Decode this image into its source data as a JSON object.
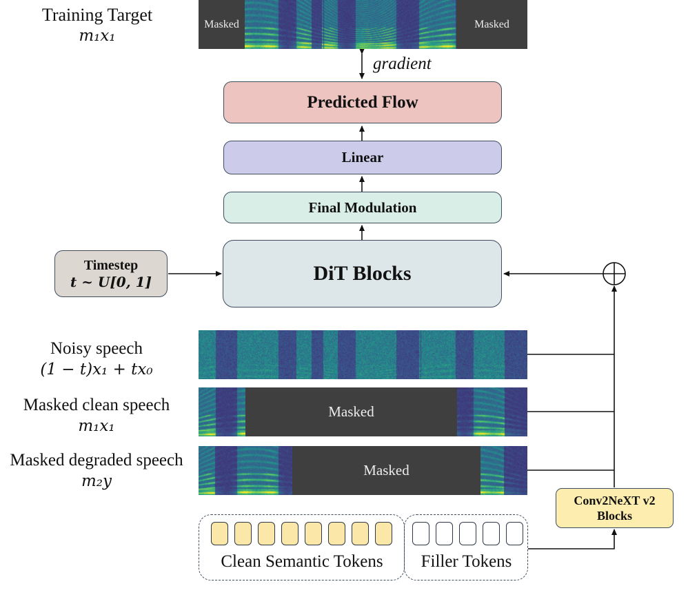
{
  "training_target": {
    "label": "Training Target",
    "math": "m₁x₁",
    "mask_left": "Masked",
    "mask_right": "Masked"
  },
  "gradient_label": "gradient",
  "blocks": {
    "predicted_flow": "Predicted Flow",
    "linear": "Linear",
    "final_modulation": "Final Modulation",
    "dit_blocks": "DiT Blocks"
  },
  "timestep": {
    "title": "Timestep",
    "math": "t ~ U[0, 1]"
  },
  "inputs": {
    "noisy": {
      "label": "Noisy speech",
      "math": "(1 − t)x₁ + tx₀"
    },
    "masked_clean": {
      "label": "Masked clean speech",
      "math": "m₁x₁",
      "mask_text": "Masked"
    },
    "masked_degraded": {
      "label": "Masked degraded speech",
      "math": "m₂y",
      "mask_text": "Masked"
    }
  },
  "conv_block": {
    "line1": "Conv2NeXT v2",
    "line2": "Blocks"
  },
  "tokens": {
    "clean_label": "Clean Semantic Tokens",
    "filler_label": "Filler Tokens",
    "clean_count": 8,
    "filler_count": 5
  },
  "colors": {
    "predicted_flow": "#eec4c0",
    "linear": "#ccccea",
    "final_modulation": "#d8eee6",
    "dit_blocks": "#dde6e8",
    "timestep": "#ddd7d2",
    "conv_block": "#fdeeb0",
    "clean_token": "#fbe8a8",
    "filler_token": "#ffffff"
  }
}
